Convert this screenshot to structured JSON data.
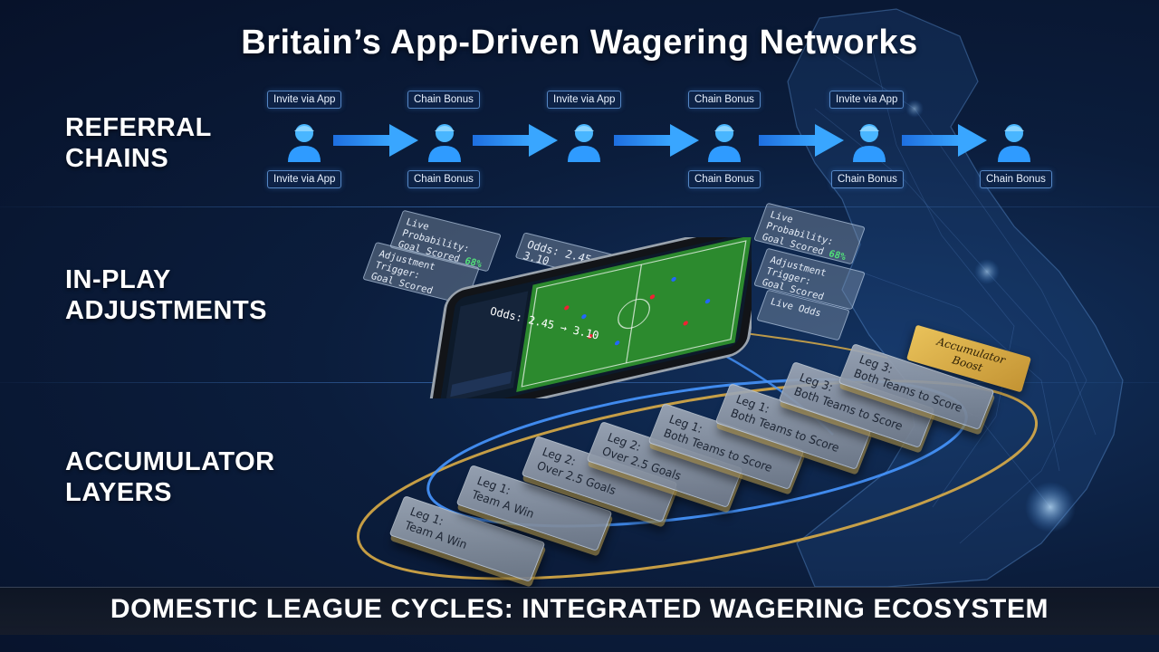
{
  "title": "Britain’s App-Driven Wagering Networks",
  "sections": {
    "referral": [
      "REFERRAL",
      "CHAINS"
    ],
    "inplay": [
      "IN-PLAY",
      "ADJUSTMENTS"
    ],
    "accumulator": [
      "ACCUMULATOR",
      "LAYERS"
    ]
  },
  "referral_chain": {
    "top_chips": [
      "Invite via App",
      "Chain Bonus",
      "Invite via App",
      "Chain Bonus",
      "Invite via App"
    ],
    "bottom_chips": [
      "Invite via App",
      "Chain Bonus",
      "Chain Bonus",
      "Chain Bonus",
      "Chain Bonus"
    ],
    "user_count": 6
  },
  "inplay_panels": {
    "left_1": [
      "Live Probability:",
      "Goal Scored"
    ],
    "left_1_value": "68%",
    "left_2": [
      "Adjustment Trigger:",
      "Goal Scored"
    ],
    "right_1": [
      "Live Probability:",
      "Goal Scored"
    ],
    "right_1_value": "68%",
    "right_2": [
      "Adjustment Trigger:",
      "Goal Scored"
    ],
    "right_3": "Live Odds",
    "odds_top": "Odds: 2.45 → 3.10",
    "odds_phone": "Odds: 2.45 → 3.10"
  },
  "accumulator": {
    "boost_tag": [
      "Accumulator",
      "Boost"
    ],
    "cards": [
      [
        "Leg 1:",
        "Team A Win"
      ],
      [
        "Leg 1:",
        "Team A Win"
      ],
      [
        "Leg 2:",
        "Over 2.5 Goals"
      ],
      [
        "Leg 2:",
        "Over 2.5 Goals"
      ],
      [
        "Leg 1:",
        "Both Teams to Score"
      ],
      [
        "Leg 1:",
        "Both Teams to Score"
      ],
      [
        "Leg 3:",
        "Both Teams to Score"
      ],
      [
        "Leg 3:",
        "Both Teams to Score"
      ]
    ]
  },
  "footer": "DOMESTIC LEAGUE CYCLES: INTEGRATED WAGERING ECOSYSTEM",
  "colors": {
    "accent_blue": "#2f8cff",
    "gold": "#d9aa45",
    "background": "#0b1d3c"
  }
}
